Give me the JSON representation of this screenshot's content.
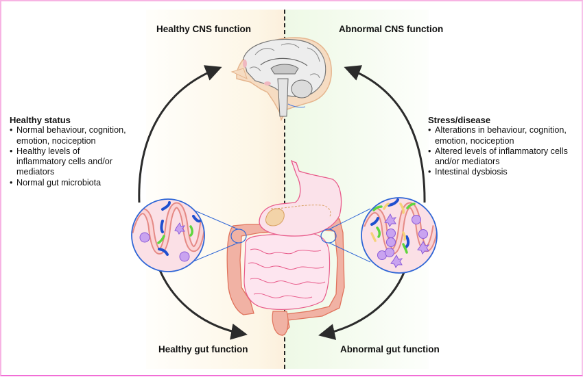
{
  "diagram": {
    "top_left_label": "Healthy CNS function",
    "top_right_label": "Abnormal CNS function",
    "bottom_left_label": "Healthy gut function",
    "bottom_right_label": "Abnormal gut function",
    "left_panel": {
      "title": "Healthy status",
      "items": [
        "Normal behaviour, cognition, emotion, nociception",
        "Healthy levels of inflammatory cells and/or mediators",
        " Normal gut microbiota"
      ]
    },
    "right_panel": {
      "title": "Stress/disease",
      "items": [
        "Alterations in behaviour, cognition, emotion, nociception",
        "Altered levels of inflammatory cells and/or mediators",
        " Intestinal dysbiosis"
      ]
    },
    "icons": {
      "brain": "brain-sagittal-illustration",
      "gut": "digestive-tract-illustration",
      "healthy_zoom": "healthy-intestinal-villi-magnifier",
      "abnormal_zoom": "dysbiosis-intestinal-villi-magnifier"
    },
    "colors": {
      "healthy_bg": "#fdf6e6",
      "abnormal_bg": "#f1faea",
      "arrow": "#2b2b2b",
      "magnifier_ring": "#2f66d6",
      "tissue": "#f0b3a5",
      "frame": "#f7b3e3"
    }
  }
}
